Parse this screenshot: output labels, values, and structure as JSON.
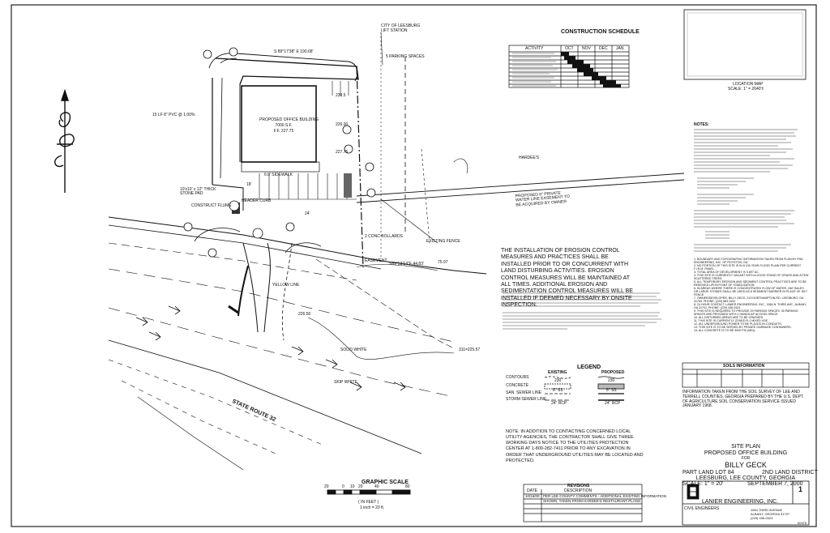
{
  "location_map": {
    "title": "LOCATION MAP",
    "scale": "SCALE: 1\" = 2640'±"
  },
  "construction_schedule": {
    "title": "CONSTRUCTION SCHEDULE",
    "col_activity": "ACTIVITY",
    "months": [
      "OCT",
      "NOV",
      "DEC",
      "JAN"
    ]
  },
  "plan": {
    "building_label": "PROPOSED OFFICE BUILDING",
    "building_sf": "7000 S.F.",
    "building_ff": "F.F. 227.75",
    "hardees": "HARDEE'S",
    "state_route": "STATE ROUTE 32",
    "existing_fence": "EXISTING FENCE",
    "city_of_leesburg": "CITY OF LEESBURG",
    "lift_station": "LIFT STATION",
    "sewer_note": "PROPOSED 8\" PRIVATE WATER LINE EASEMENT TO BE ACQUIRED BY OWNER",
    "easement": "EASEMENT",
    "sidewalk": "6.0' SIDEWALK",
    "header_curb": "HEADER CURB",
    "construct_flume": "CONSTRUCT FLUME",
    "stone_pad": "10'x10' x 12\" THICK STONE PAD",
    "parking": "5 PARKING SPACES",
    "bollards": "2 CONC BOLLARDS",
    "solid_white": "SOLID WHITE",
    "skip_white": "SKIP WHITE",
    "yellow_line": "YELLOW LINE",
    "bearing_top": "S 89°17'38\" E 190.68'",
    "bearing_bottom": "S89°53'14\"E 44.83'",
    "grade_note": "15 LF 8\" PVC @ 1.00%",
    "elev_a": "238.5",
    "elev_b": "226.00",
    "elev_c": "227.75",
    "elev_d": "226.50",
    "elev_e": "75.97",
    "elev_f": "311=225.57",
    "dim_a": "18'",
    "dim_b": "24'"
  },
  "erosion_note": "THE INSTALLATION OF EROSION CONTROL MEASURES AND PRACTICES SHALL BE INSTALLED PRIOR TO OR CONCURRENT WITH LAND DISTURBING ACTIVITIES. EROSION CONTROL MEASURES WILL BE MAINTAINED AT ALL TIMES. ADDITIONAL EROSION AND SEDIMENTATION CONTROL MEASURES WILL BE INSTALLED IF DEEMED NECESSARY BY ONSITE INSPECTION.",
  "notes": {
    "heading": "NOTES:",
    "items": [
      "1. BOUNDARY AND TOPOGRAPHIC INFORMATION TAKEN FROM PLAN BY PHIL ENGINEERING, INC. OF ROYSTON, GA.",
      "2. NO PORTION OF THIS SITE IS IN A 100 YEAR FLOOD PLAIN PER CURRENT F.I.R.M. PANEL.",
      "3. TOTAL AREA OF DEVELOPMENT IS 0.697 AC.",
      "4. THIS SITE IS CURRENTLY VACANT WITH A GOOD STAND OF GRASS AND A FEW SCATTERED TREES.",
      "5. ALL TEMPORARY EROSION AND SEDIMENT CONTROL PRACTICES ARE TO BE REMOVED UPON POINT OF STABILIZATION.",
      "6. IN AREAS WHERE THERE IS CONCENTRATED FLOW OF WATER, HAY BALES OR LARGE STONES SHALL BE USED AS A SEDIMENT BARRIER IN PLACE OF SILT FENCE.",
      "7. OWNER/DEVELOPER: BILLY GECK, 213 NORTHAMPTON RD, LEESBURG, GA 31763, PHONE: (229) 883-1922",
      "8. 24 HOUR CONTACT: LANIER ENGINEERING, INC., 1564 N. THIRD AVE., ALBANY, GA 31701, PHONE: (229) 436-0323",
      "9. THIS SITE IS REQUIRED TO PROVIDE 29 PARKING SPACES. 30 PARKING SPACES ARE PROVIDED WITH 1 HANDICAP ACCESS SPACE.",
      "10. ALL DISTURBED AREAS ARE TO BE GRASSED.",
      "11. THIS SITE IS CURRENTLY ZONED R-1 MIXED USE.",
      "12. ALL UNDERGROUND POWER TO BE PLACED IN CONDUITS.",
      "13. THIS SITE IS TO BE SERVED BY PRIVATE GARBAGE CONTAINERS.",
      "14. ALL CONCRETE IS TO BE 3000 PSI (MIN)."
    ]
  },
  "legend": {
    "title": "LEGEND",
    "existing": "EXISTING",
    "proposed": "PROPOSED",
    "rows": [
      "CONTOURS",
      "CONCRETE",
      "SAN. SEWER LINE",
      "STORM SEWER LINE"
    ],
    "existing_samples": [
      "230",
      "",
      "8\" SS",
      "24\" RCP"
    ],
    "proposed_samples": [
      "230",
      "",
      "8\" SS",
      "24\" RCP"
    ]
  },
  "soils": {
    "title": "SOILS INFORMATION",
    "note": "INFORMATION TAKEN FROM THE SOIL SURVEY OF LEE AND TERRELL COUNTIES, GEORGIA PREPARED BY THE U.S. DEPT. OF AGRICULTURE SOIL CONSERVATION SERVICE ISSUED JANUARY 1968."
  },
  "utility_note": "NOTE: IN ADDITION TO CONTACTING CONCERNED LOCAL UTILITY AGENCIES, THE CONTRACTOR SHALL GIVE THREE WORKING DAYS NOTICE TO THE UTILITIES PROTECTION CENTER AT 1-800-282-7411 PRIOR TO ANY EXCAVATION IN ORDER THAT UNDERGROUND UTILITIES MAY BE LOCATED AND PROTECTED.",
  "graphic_scale": {
    "title": "GRAPHIC SCALE",
    "ticks": [
      "20",
      "0",
      "10",
      "20",
      "40",
      "80"
    ],
    "unit": "( IN FEET )",
    "ratio": "1 inch = 20 ft."
  },
  "revisions": {
    "title": "REVISIONS",
    "col_date": "DATE",
    "col_desc": "DESCRIPTION",
    "rows": [
      {
        "date": "10/16/00",
        "desc": "PER LEE COUNTY COMMENTS - ADDITIONAL EXISTING INFORMATION"
      },
      {
        "date": "",
        "desc": "SHOWN, TAKEN FROM HARDEE'S RESTAURANT PLANS."
      }
    ]
  },
  "title_block": {
    "title1": "SITE PLAN",
    "title2": "PROPOSED OFFICE BUILDING",
    "for": "FOR",
    "client": "BILLY GECK",
    "lot": "PART LAND LOT 84",
    "district": "2ND LAND DISTRICT",
    "location": "LEESBURG, LEE COUNTY, GEORGIA",
    "scale": "SCALE:  1\" = 20'",
    "date": "SEPTEMBER 7, 2000",
    "firm": "LANIER ENGINEERING, INC.",
    "firm_sub": "CIVIL ENGINEERS",
    "address1": "1564 THIRD AVENUE",
    "address2": "ALBANY, GEORGIA 31707",
    "phone": "(229) 436-0323",
    "sheet": "1",
    "job_no": "00376"
  }
}
